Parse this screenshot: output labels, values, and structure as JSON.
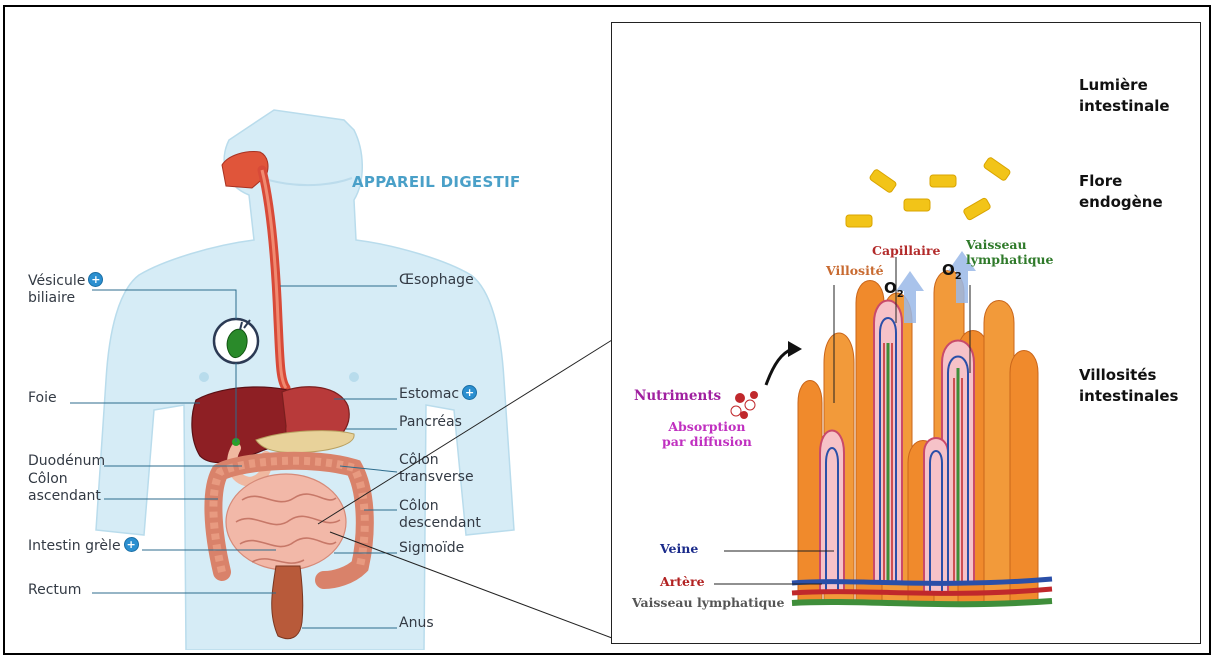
{
  "left_diagram": {
    "title": "APPAREIL DIGESTIF",
    "labels_left": {
      "vesicule_line1": "Vésicule",
      "vesicule_line2": "biliaire",
      "foie": "Foie",
      "duodenum": "Duodénum",
      "colon_asc_line1": "Côlon",
      "colon_asc_line2": "ascendant",
      "intestin_grele": "Intestin grèle",
      "rectum": "Rectum"
    },
    "labels_right": {
      "oesophage": "Œsophage",
      "estomac": "Estomac",
      "pancreas": "Pancréas",
      "colon_trans_line1": "Côlon",
      "colon_trans_line2": "transverse",
      "colon_desc_line1": "Côlon",
      "colon_desc_line2": "descendant",
      "sigmoide": "Sigmoïde",
      "anus": "Anus"
    },
    "plus_symbol": "+",
    "plus_items": [
      "vesicule",
      "estomac",
      "intestin_grele"
    ]
  },
  "right_diagram": {
    "side_labels": {
      "lumiere_line1": "Lumière",
      "lumiere_line2": "intestinale",
      "flore_line1": "Flore",
      "flore_line2": "endogène",
      "villosites_line1": "Villosités",
      "villosites_line2": "intestinales"
    },
    "labels": {
      "capillaire": "Capillaire",
      "vaisseau_line1": "Vaisseau",
      "vaisseau_line2": "lymphatique",
      "villosite": "Villosité",
      "o2": "O",
      "o2_sub": "2",
      "nutriments": "Nutriments",
      "absorption_line1": "Absorption",
      "absorption_line2": "par diffusion",
      "veine": "Veine",
      "artere": "Artère",
      "vaisseau_lymph_bottom": "Vaisseau lymphatique"
    }
  },
  "colors": {
    "body_skin": "#cfe8f4",
    "liver": "#8e1f24",
    "stomach": "#b83a3a",
    "intestine": "#f2b8a8",
    "colon": "#d9826a",
    "villus": "#f08a2c",
    "vein": "#2a4fa8",
    "artery": "#c0282c",
    "lymph": "#3f8e3a",
    "bacteria": "#f2c418",
    "nutriments": "#a020a0",
    "villosite_text": "#c86a30",
    "capillaire_text": "#b22a2a",
    "vaisseau_text": "#2f7a2a",
    "veine_text": "#1a2a8a",
    "artere_text": "#b22222",
    "bottom_lymph_text": "#555555",
    "title_blue": "#4aa0c8"
  }
}
